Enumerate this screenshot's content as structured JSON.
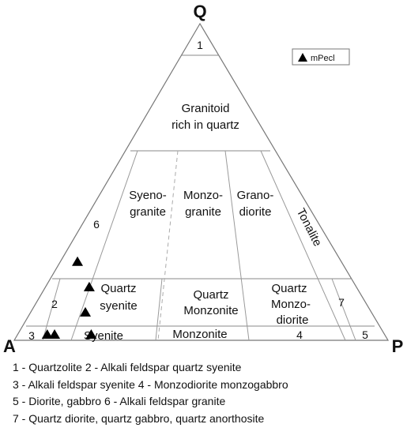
{
  "vertices": {
    "q": "Q",
    "a": "A",
    "p": "P"
  },
  "legend": {
    "label": "mPecl"
  },
  "fields": {
    "f1": "1",
    "granitoid_line1": "Granitoid",
    "granitoid_line2": "rich in quartz",
    "syeno_line1": "Syeno-",
    "syeno_line2": "granite",
    "monzo_line1": "Monzo-",
    "monzo_line2": "granite",
    "grano_line1": "Grano-",
    "grano_line2": "diorite",
    "tonalite": "Tonalite",
    "f6": "6",
    "qsyenite_line1": "Quartz",
    "qsyenite_line2": "syenite",
    "qmonzonite_line1": "Quartz",
    "qmonzonite_line2": "Monzonite",
    "qmonzodiorite_line1": "Quartz",
    "qmonzodiorite_line2": "Monzo-",
    "qmonzodiorite_line3": "diorite",
    "f2": "2",
    "f7": "7",
    "f3": "3",
    "syenite": "Syenite",
    "monzonite": "Monzonite",
    "f4": "4",
    "f5": "5"
  },
  "samples": [
    {
      "series": "mPecl",
      "a_frac": 0.94,
      "q_frac": 0.25
    },
    {
      "series": "mPecl",
      "a_frac": 0.86,
      "q_frac": 0.17
    },
    {
      "series": "mPecl",
      "a_frac": 0.84,
      "q_frac": 0.09
    },
    {
      "series": "mPecl",
      "a_frac": 0.92,
      "q_frac": 0.02
    },
    {
      "series": "mPecl",
      "a_frac": 0.9,
      "q_frac": 0.02
    },
    {
      "series": "mPecl",
      "a_frac": 0.8,
      "q_frac": 0.02
    }
  ],
  "caption": [
    "1 - Quartzolite 2 - Alkali feldspar quartz syenite",
    "3 - Alkali feldspar syenite 4 - Monzodiorite monzogabbro",
    "5 - Diorite, gabbro 6 - Alkali feldspar granite",
    "7 - Quartz diorite, quartz gabbro, quartz anorthosite"
  ]
}
